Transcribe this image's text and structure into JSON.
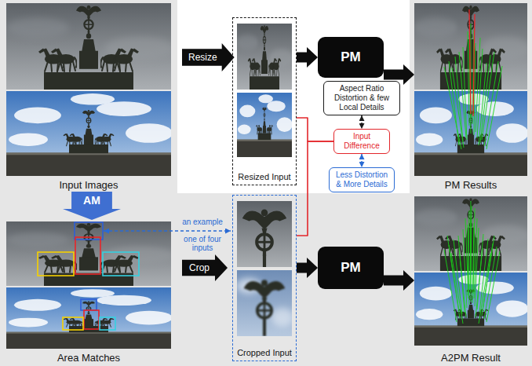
{
  "diagram": {
    "nodes": [
      {
        "text": [
          "Input Images"
        ]
      },
      {
        "text": [
          "Resize"
        ]
      },
      {
        "text": [
          "Resized Input"
        ]
      },
      {
        "text": [
          "PM"
        ]
      },
      {
        "text": [
          "PM Results"
        ]
      },
      {
        "text": [
          "Aspect Ratio Distortion & few Local Details"
        ]
      },
      {
        "text": [
          "Input Difference"
        ]
      },
      {
        "text": [
          "Less Distortion & More Details"
        ]
      },
      {
        "text": [
          "AM"
        ]
      },
      {
        "text": [
          "Area Matches"
        ]
      },
      {
        "text": [
          "Crop"
        ]
      },
      {
        "text": [
          "Cropped Input"
        ]
      },
      {
        "text": [
          "PM"
        ]
      },
      {
        "text": [
          "A2PM Result"
        ]
      }
    ],
    "edges": [
      {
        "from": 2,
        "to": 3,
        "arrow": "to"
      },
      {
        "from": 3,
        "to": 4,
        "arrow": "to"
      },
      {
        "from": 11,
        "to": 12,
        "arrow": "to"
      },
      {
        "from": 12,
        "to": 13,
        "arrow": "to"
      },
      {
        "from": 5,
        "to": 6,
        "arrow": "both"
      },
      {
        "from": 6,
        "to": 7,
        "arrow": "both"
      },
      {
        "from": 2,
        "to": 6,
        "arrow": "none"
      },
      {
        "from": 11,
        "to": 6,
        "arrow": "none"
      }
    ],
    "labels": [
      "an example",
      "one of four inputs"
    ]
  }
}
